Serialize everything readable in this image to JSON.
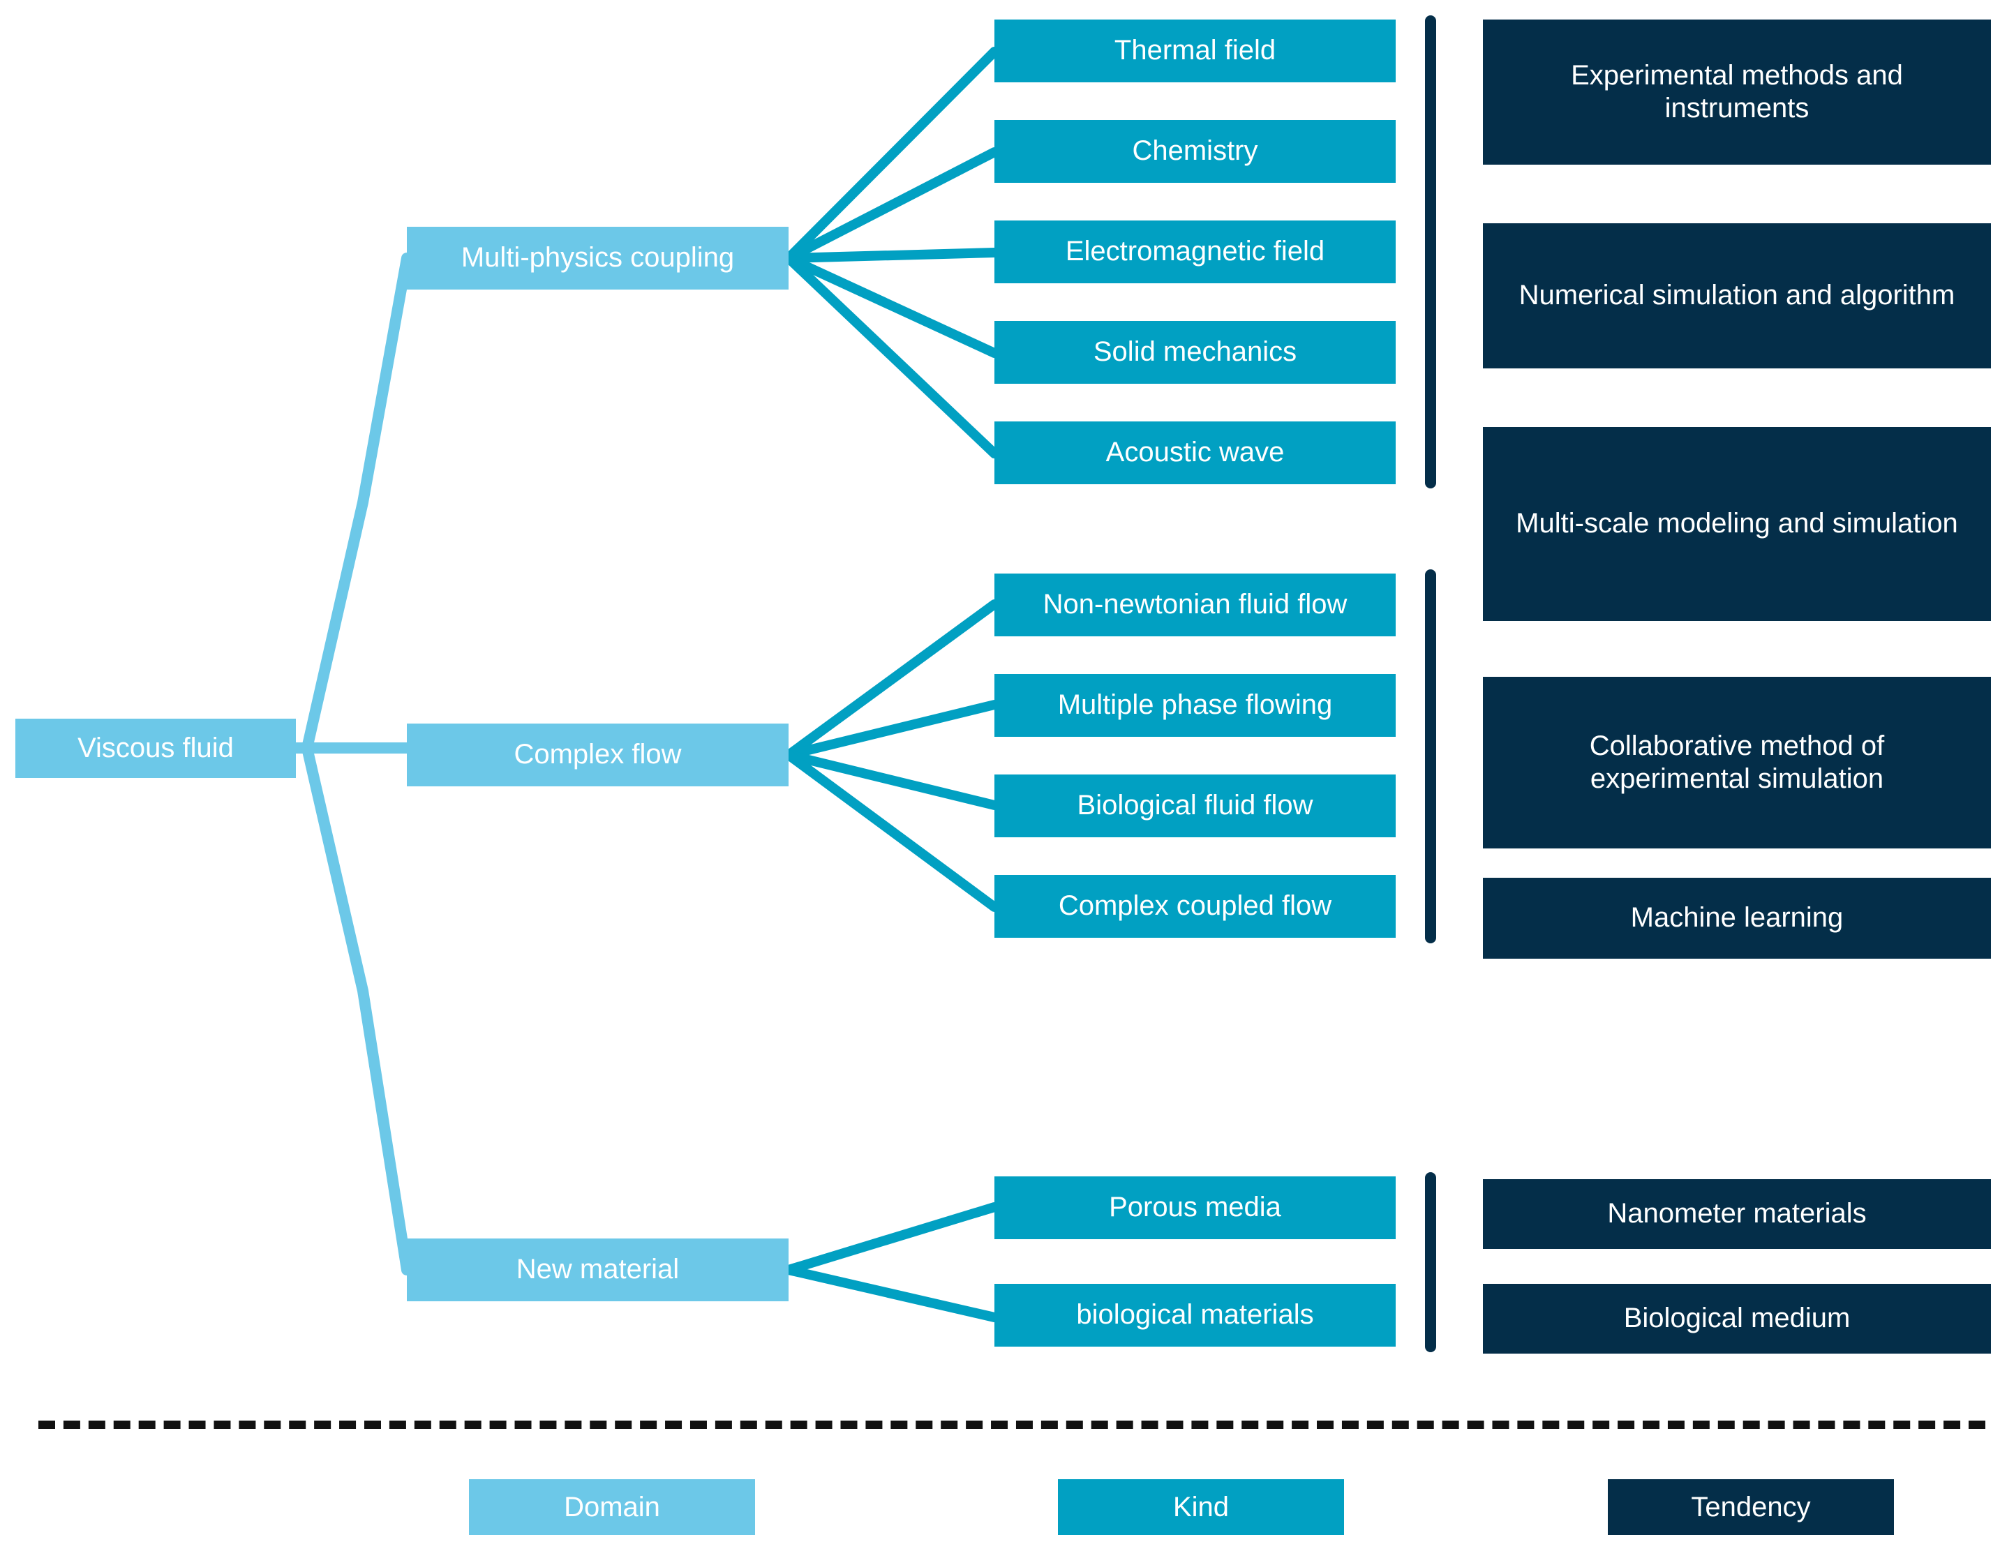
{
  "root": {
    "label": "Viscous fluid"
  },
  "domains": [
    {
      "label": "Multi-physics coupling"
    },
    {
      "label": "Complex flow"
    },
    {
      "label": "New material"
    }
  ],
  "kinds": {
    "multi_physics_coupling": [
      {
        "label": "Thermal field"
      },
      {
        "label": "Chemistry"
      },
      {
        "label": "Electromagnetic field"
      },
      {
        "label": "Solid mechanics"
      },
      {
        "label": "Acoustic wave"
      }
    ],
    "complex_flow": [
      {
        "label": "Non-newtonian fluid flow"
      },
      {
        "label": "Multiple phase flowing"
      },
      {
        "label": "Biological fluid flow"
      },
      {
        "label": "Complex coupled flow"
      }
    ],
    "new_material": [
      {
        "label": "Porous media"
      },
      {
        "label": "biological materials"
      }
    ]
  },
  "tendencies": [
    {
      "label": "Experimental methods and instruments"
    },
    {
      "label": "Numerical simulation and algorithm"
    },
    {
      "label": "Multi-scale modeling and simulation"
    },
    {
      "label": "Collaborative method of experimental simulation"
    },
    {
      "label": "Machine learning"
    },
    {
      "label": "Nanometer materials"
    },
    {
      "label": "Biological medium"
    }
  ],
  "legend": [
    {
      "label": "Domain"
    },
    {
      "label": "Kind"
    },
    {
      "label": "Tendency"
    }
  ],
  "colors": {
    "domain": "#6CC8E8",
    "kind": "#01A0C2",
    "tendency": "#042E49",
    "divider": "#111111",
    "text": "#FFFFFF",
    "background": "#FFFFFF"
  }
}
